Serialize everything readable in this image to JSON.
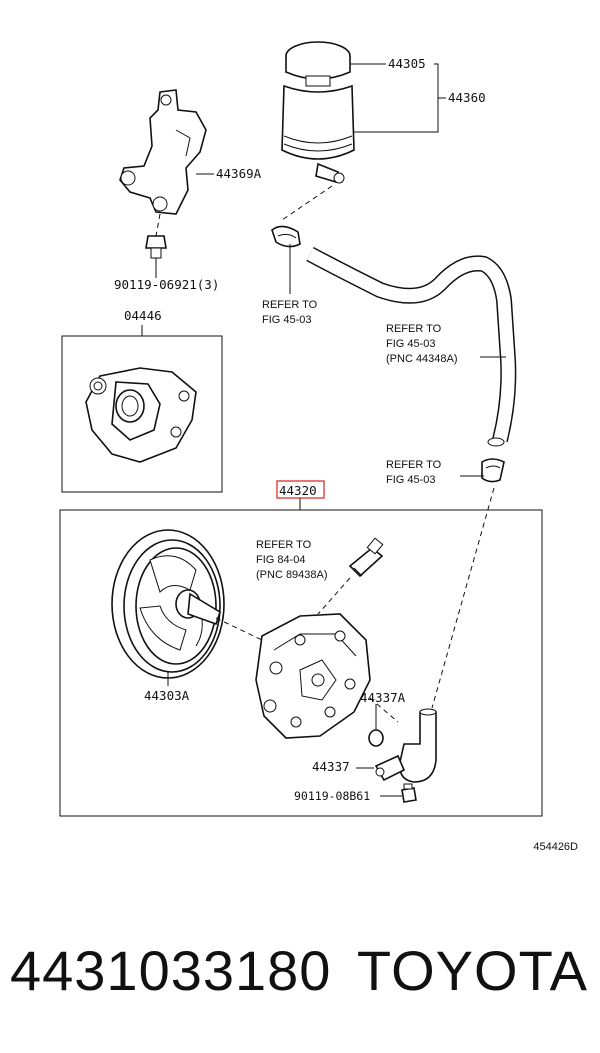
{
  "diagram": {
    "labels": {
      "p44305": "44305",
      "p44360": "44360",
      "p44369a": "44369A",
      "p90119_06921": "90119-06921(3)",
      "p04446": "04446",
      "p44320": "44320",
      "p44303a": "44303A",
      "p44337a": "44337A",
      "p44337": "44337",
      "p90119_08b61": "90119-08B61",
      "figure_code": "454426D"
    },
    "refs": {
      "ref1": [
        "REFER TO",
        "FIG 45-03"
      ],
      "ref2": [
        "REFER TO",
        "FIG 45-03",
        "(PNC 44348A)"
      ],
      "ref3": [
        "REFER TO",
        "FIG 45-03"
      ],
      "ref4": [
        "REFER TO",
        "FIG 84-04",
        "(PNC 89438A)"
      ]
    },
    "colors": {
      "line": "#111111",
      "highlight": "#e23b3b",
      "background": "#ffffff"
    }
  },
  "footer": {
    "part_number": "4431033180",
    "brand": "TOYOTA"
  }
}
